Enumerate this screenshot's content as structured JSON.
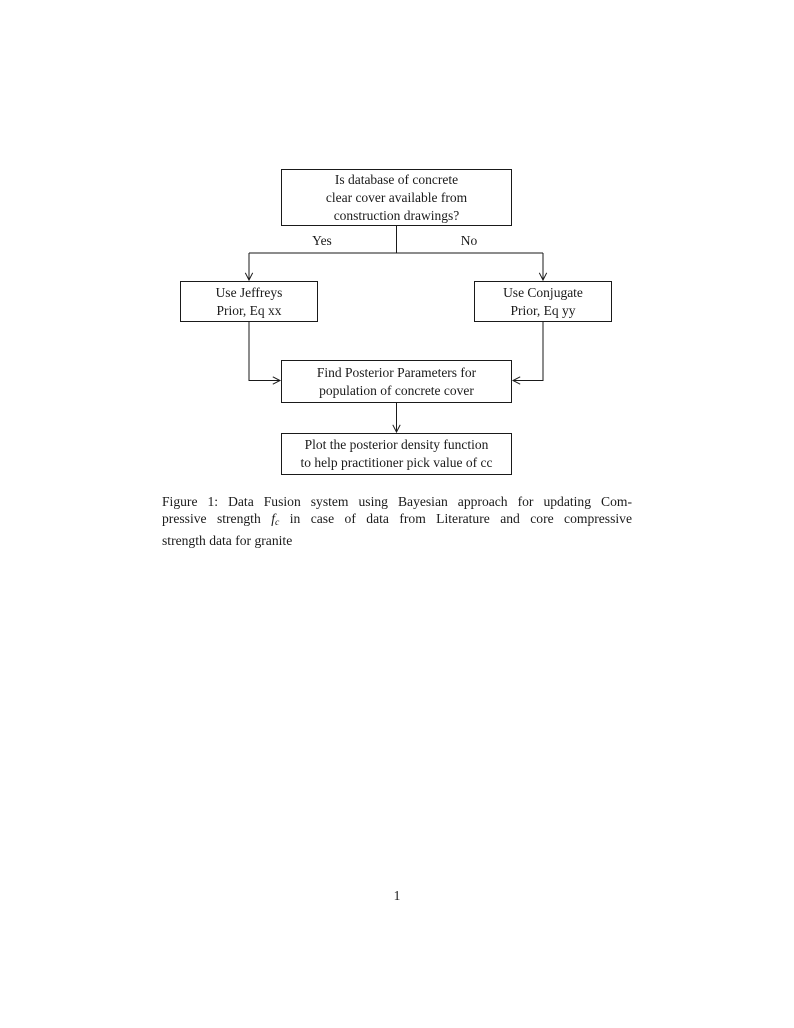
{
  "page": {
    "number": "1",
    "background_color": "#ffffff",
    "ink_color": "#1a1a1a"
  },
  "flowchart": {
    "nodes": {
      "question": {
        "label": "Is database of concrete\nclear cover available from\nconstruction drawings?"
      },
      "jeffreys": {
        "label": "Use Jeffreys\nPrior, Eq xx"
      },
      "conjugate": {
        "label": "Use Conjugate\nPrior, Eq yy"
      },
      "posterior": {
        "label": "Find Posterior Parameters for\npopulation of concrete cover"
      },
      "plot": {
        "label": "Plot the posterior density function\nto help practitioner pick value of cc"
      }
    },
    "branch_labels": {
      "yes": "Yes",
      "no": "No"
    }
  },
  "caption": {
    "line1": "Figure 1: Data Fusion system using Bayesian approach for updating Com-",
    "line2_pre": "pressive strength ",
    "math_f": "f",
    "math_sub": "c",
    "line2_post": " in case of data from Literature and core compressive",
    "line3": "strength data for granite"
  }
}
